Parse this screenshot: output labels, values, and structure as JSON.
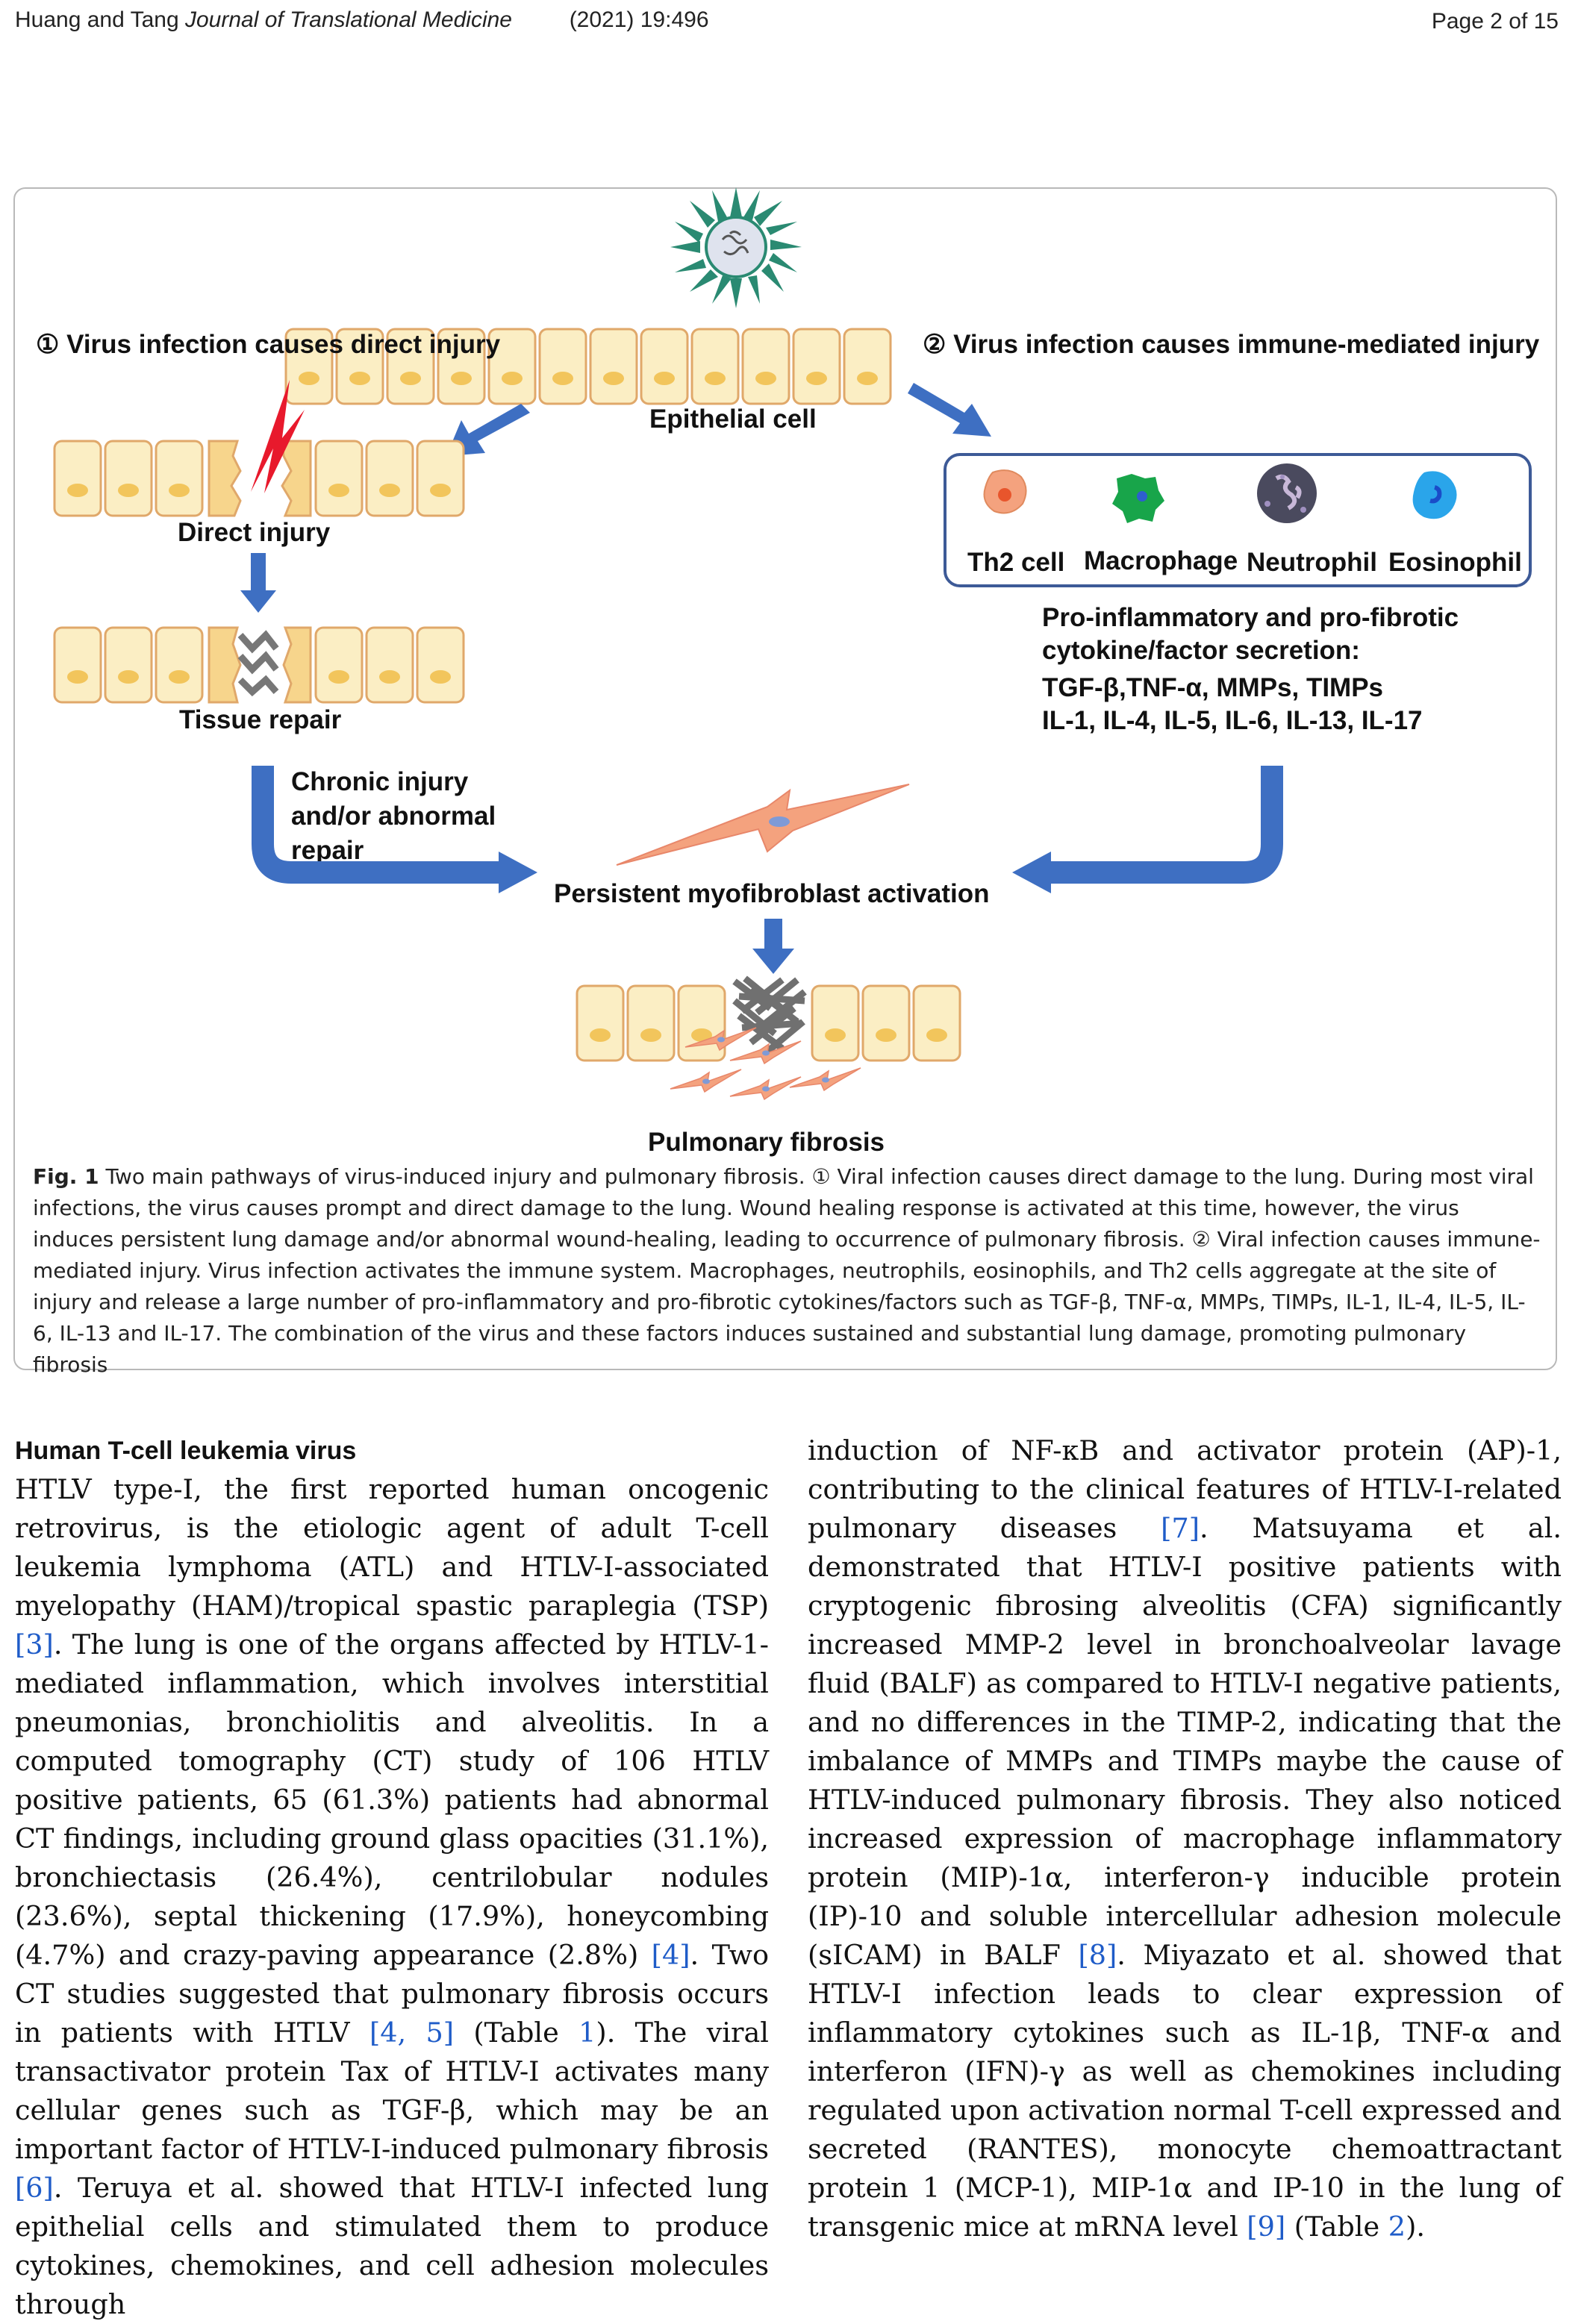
{
  "header": {
    "authors": "Huang and Tang",
    "journal": "Journal of Translational Medicine",
    "citation": "(2021) 19:496",
    "page": "Page 2 of 15"
  },
  "figure": {
    "label_pathway1": "① Virus infection causes direct injury",
    "label_pathway2": "② Virus infection causes immune-mediated injury",
    "epithelial_cell": "Epithelial cell",
    "direct_injury": "Direct injury",
    "tissue_repair": "Tissue repair",
    "chronic_line1": "Chronic injury",
    "chronic_line2": "and/or abnormal",
    "chronic_line3": "repair",
    "persistent": "Persistent myofibroblast activation",
    "pulmonary_fibrosis": "Pulmonary fibrosis",
    "cells": [
      "Th2 cell",
      "Macrophage",
      "Neutrophil",
      "Eosinophil"
    ],
    "secretion_line1": "Pro-inflammatory and pro-fibrotic",
    "secretion_line2": "cytokine/factor secretion:",
    "secretion_line3": "TGF-β,TNF-α, MMPs, TIMPs",
    "secretion_line4": "IL-1, IL-4, IL-5, IL-6, IL-13, IL-17",
    "colors": {
      "arrow": "#3e6fc2",
      "cell_fill": "#fbeec4",
      "cell_stroke": "#e0a86a",
      "nucleus": "#f2c55c",
      "fibroblast": "#f4a27e",
      "virus": "#2a8a72",
      "lightning": "#e8192c"
    }
  },
  "caption": {
    "label": "Fig. 1",
    "text": "Two main pathways of virus-induced injury and pulmonary fibrosis. ① Viral infection causes direct damage to the lung. During most viral infections, the virus causes prompt and direct damage to the lung. Wound healing response is activated at this time, however, the virus induces persistent lung damage and/or abnormal wound-healing, leading to occurrence of pulmonary fibrosis. ② Viral infection causes immune-mediated injury. Virus infection activates the immune system. Macrophages, neutrophils, eosinophils, and Th2 cells aggregate at the site of injury and release a large number of pro-inflammatory and pro-fibrotic cytokines/factors such as TGF-β, TNF-α, MMPs, TIMPs, IL-1, IL-4, IL-5, IL-6, IL-13 and IL-17. The combination of the virus and these factors induces sustained and substantial lung damage, promoting pulmonary fibrosis"
  },
  "section": {
    "title": "Human T-cell leukemia virus",
    "left": [
      "HTLV type-I, the first reported human oncogenic retrovirus, is the etiologic agent of adult T-cell leukemia lymphoma (ATL) and HTLV-I-associated myelopathy (HAM)/tropical spastic paraplegia (TSP) ",
      "[3]",
      ". The lung is one of the organs affected by HTLV-1-mediated inflammation, which involves interstitial pneumonias, bronchiolitis and alveolitis. In a computed tomography (CT) study of 106 HTLV positive patients, 65 (61.3%) patients had abnormal CT findings, including ground glass opacities (31.1%), bronchiectasis (26.4%), centrilobular nodules (23.6%), septal thickening (17.9%), honeycombing (4.7%) and crazy-paving appearance (2.8%) ",
      "[4]",
      ". Two CT studies suggested that pulmonary fibrosis occurs in patients with HTLV ",
      "[4, 5]",
      " (Table ",
      "1",
      "). The viral transactivator protein Tax of HTLV-I activates many cellular genes such as TGF-β, which may be an important factor of HTLV-I-induced pulmonary fibrosis ",
      "[6]",
      ". Teruya et al. showed that HTLV-I infected lung epithelial cells and stimulated them to produce cytokines, chemokines, and cell adhesion molecules through"
    ],
    "right": [
      "induction of NF-κB and activator protein (AP)-1, contributing to the clinical features of HTLV-I-related pulmonary diseases ",
      "[7]",
      ". Matsuyama et al. demonstrated that HTLV-I positive patients with cryptogenic fibrosing alveolitis (CFA) significantly increased MMP-2 level in bronchoalveolar lavage fluid (BALF) as compared to HTLV-I negative patients, and no differences in the TIMP-2, indicating that the imbalance of MMPs and TIMPs maybe the cause of HTLV-induced pulmonary fibrosis. They also noticed increased expression of macrophage inflammatory protein (MIP)-1α, interferon-γ inducible protein (IP)-10 and soluble intercellular adhesion molecule (sICAM) in BALF ",
      "[8]",
      ". Miyazato et al. showed that HTLV-I infection leads to clear expression of inflammatory cytokines such as IL-1β, TNF-α and interferon (IFN)-γ as well as chemokines including regulated upon activation normal T-cell expressed and secreted (RANTES), monocyte chemoattractant protein 1 (MCP-1), MIP-1α and IP-10 in the lung of transgenic mice at mRNA level ",
      "[9]",
      " (Table ",
      "2",
      ")."
    ]
  }
}
